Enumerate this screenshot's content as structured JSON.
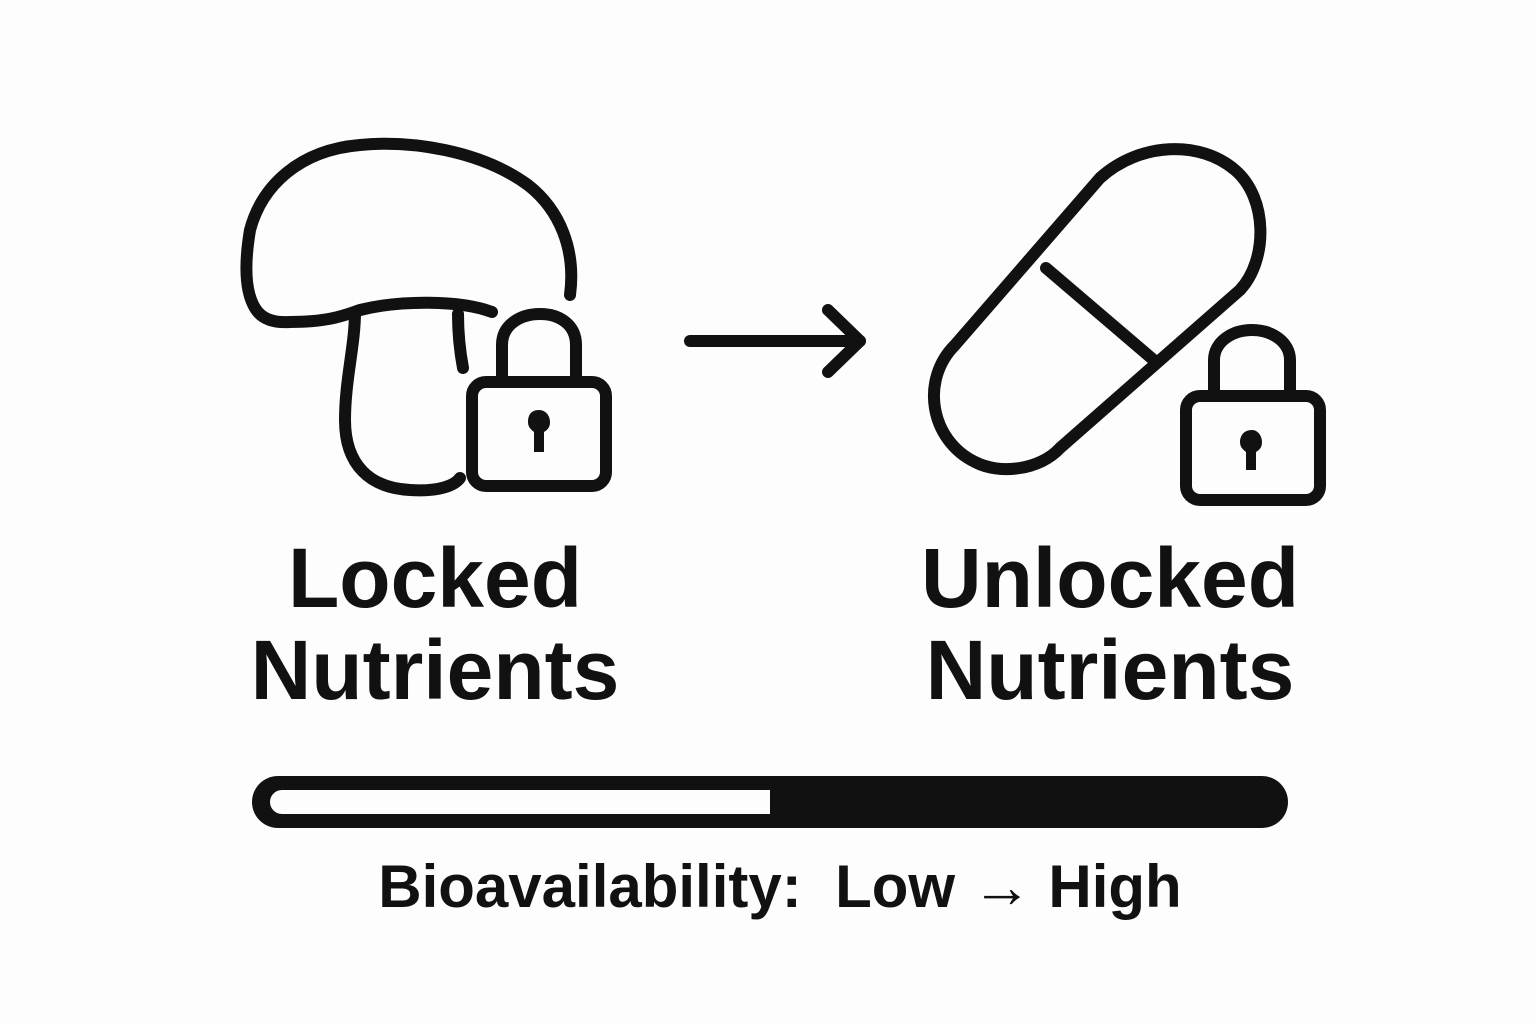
{
  "labels": {
    "left_line1": "Locked",
    "left_line2": "Nutrients",
    "right_line1": "Unlocked",
    "right_line2": "Nutrients"
  },
  "caption": {
    "prefix": "Bioavailability:",
    "low": "Low",
    "arrow": "→",
    "high": "High"
  },
  "icons": {
    "left_item": "mushroom-icon",
    "left_lock": "padlock-icon",
    "transition": "right-arrow-icon",
    "right_item": "capsule-icon",
    "right_lock": "padlock-icon"
  },
  "bioavailability_bar": {
    "low_portion_fraction": 0.5,
    "colors": {
      "fill": "#111111",
      "empty": "#fdfdfd"
    }
  },
  "colors": {
    "ink": "#111111",
    "background": "#fdfdfd"
  }
}
